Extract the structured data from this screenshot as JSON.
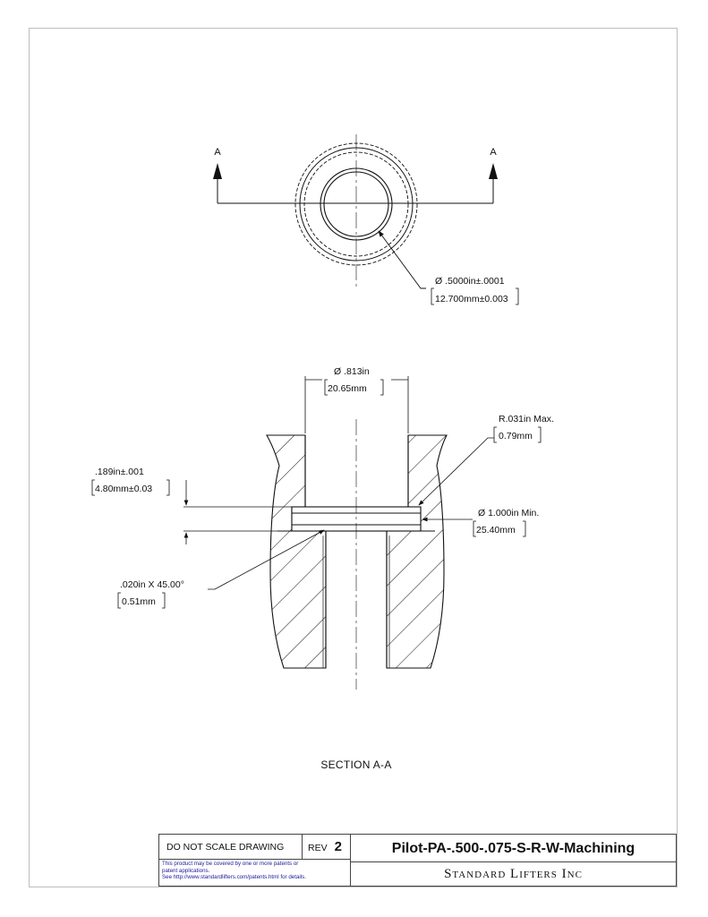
{
  "top_view": {
    "section_label_left": "A",
    "section_label_right": "A",
    "bore_dim_in": ".5000in±.0001",
    "bore_dim_mm": "12.700mm±0.003"
  },
  "section_view": {
    "top_dia_in": ".813in",
    "top_dia_mm": "20.65mm",
    "radius_in": "R.031in  Max.",
    "radius_mm": "0.79mm",
    "groove_height_in": ".189in±.001",
    "groove_height_mm": "4.80mm±0.03",
    "groove_dia_in": "1.000in  Min.",
    "groove_dia_mm": "25.40mm",
    "chamfer_in": ".020in   X 45.00°",
    "chamfer_mm": "0.51mm",
    "title": "SECTION A-A"
  },
  "symbols": {
    "diameter": "Ø"
  },
  "title_block": {
    "do_not_scale": "DO NOT SCALE DRAWING",
    "rev_label": "REV",
    "rev_value": "2",
    "patent_line1": "This product may be covered by one or more patents or",
    "patent_line2": "patent applications.",
    "patent_line3": "See http://www.standardlifters.com/patents.html for details.",
    "part_number": "Pilot-PA-.500-.075-S-R-W-Machining",
    "company": "Standard Lifters Inc"
  }
}
